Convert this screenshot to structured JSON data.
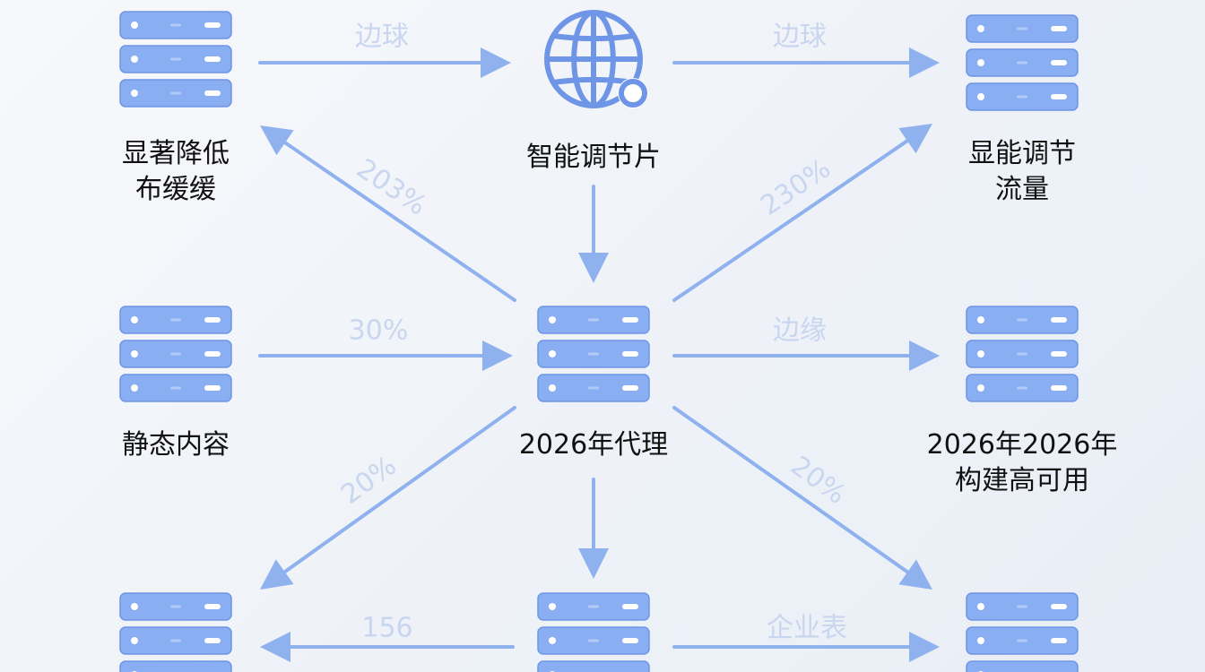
{
  "colors": {
    "background": "#eef2f8",
    "server_fill": "#8aaef2",
    "server_stroke": "#6f95e6",
    "server_highlight": "#ffffff",
    "arrow": "#8fb1ee",
    "edge_label": "#c9d6ef",
    "node_label": "#111111"
  },
  "icons": {
    "server": "server-stack-icon",
    "globe": "globe-network-icon"
  },
  "nodes": [
    {
      "id": "top-left",
      "icon": "server-stack-icon",
      "label": [
        "显著降低",
        "布缓缓"
      ]
    },
    {
      "id": "top-center",
      "icon": "globe-network-icon",
      "label": [
        "智能调节片"
      ]
    },
    {
      "id": "top-right",
      "icon": "server-stack-icon",
      "label": [
        "显能调节",
        "流量"
      ]
    },
    {
      "id": "mid-left",
      "icon": "server-stack-icon",
      "label": [
        "静态内容"
      ]
    },
    {
      "id": "mid-center",
      "icon": "server-stack-icon",
      "label": [
        "2026年代理"
      ]
    },
    {
      "id": "mid-right",
      "icon": "server-stack-icon",
      "label": [
        "2026年2026年",
        "构建高可用"
      ]
    },
    {
      "id": "bottom-left",
      "icon": "server-stack-icon",
      "label": []
    },
    {
      "id": "bottom-center",
      "icon": "server-stack-icon",
      "label": []
    },
    {
      "id": "bottom-right",
      "icon": "server-stack-icon",
      "label": []
    }
  ],
  "edges": [
    {
      "id": "e1",
      "from": "top-left",
      "to": "top-center",
      "label": "边球"
    },
    {
      "id": "e2",
      "from": "top-center",
      "to": "top-right",
      "label": "边球"
    },
    {
      "id": "e3",
      "from": "top-center",
      "to": "mid-center",
      "label": ""
    },
    {
      "id": "e4",
      "from": "mid-center",
      "to": "top-left",
      "label": "203%"
    },
    {
      "id": "e5",
      "from": "mid-center",
      "to": "top-right",
      "label": "230%"
    },
    {
      "id": "e6",
      "from": "mid-left",
      "to": "mid-center",
      "label": "30%"
    },
    {
      "id": "e7",
      "from": "mid-center",
      "to": "mid-right",
      "label": "边缘"
    },
    {
      "id": "e8",
      "from": "mid-center",
      "to": "bottom-left",
      "label": "20%"
    },
    {
      "id": "e9",
      "from": "mid-center",
      "to": "bottom-center",
      "label": ""
    },
    {
      "id": "e10",
      "from": "mid-center",
      "to": "bottom-right",
      "label": "20%"
    },
    {
      "id": "e11",
      "from": "bottom-center",
      "to": "bottom-left",
      "label": "156"
    },
    {
      "id": "e12",
      "from": "bottom-center",
      "to": "bottom-right",
      "label": "企业表"
    }
  ]
}
